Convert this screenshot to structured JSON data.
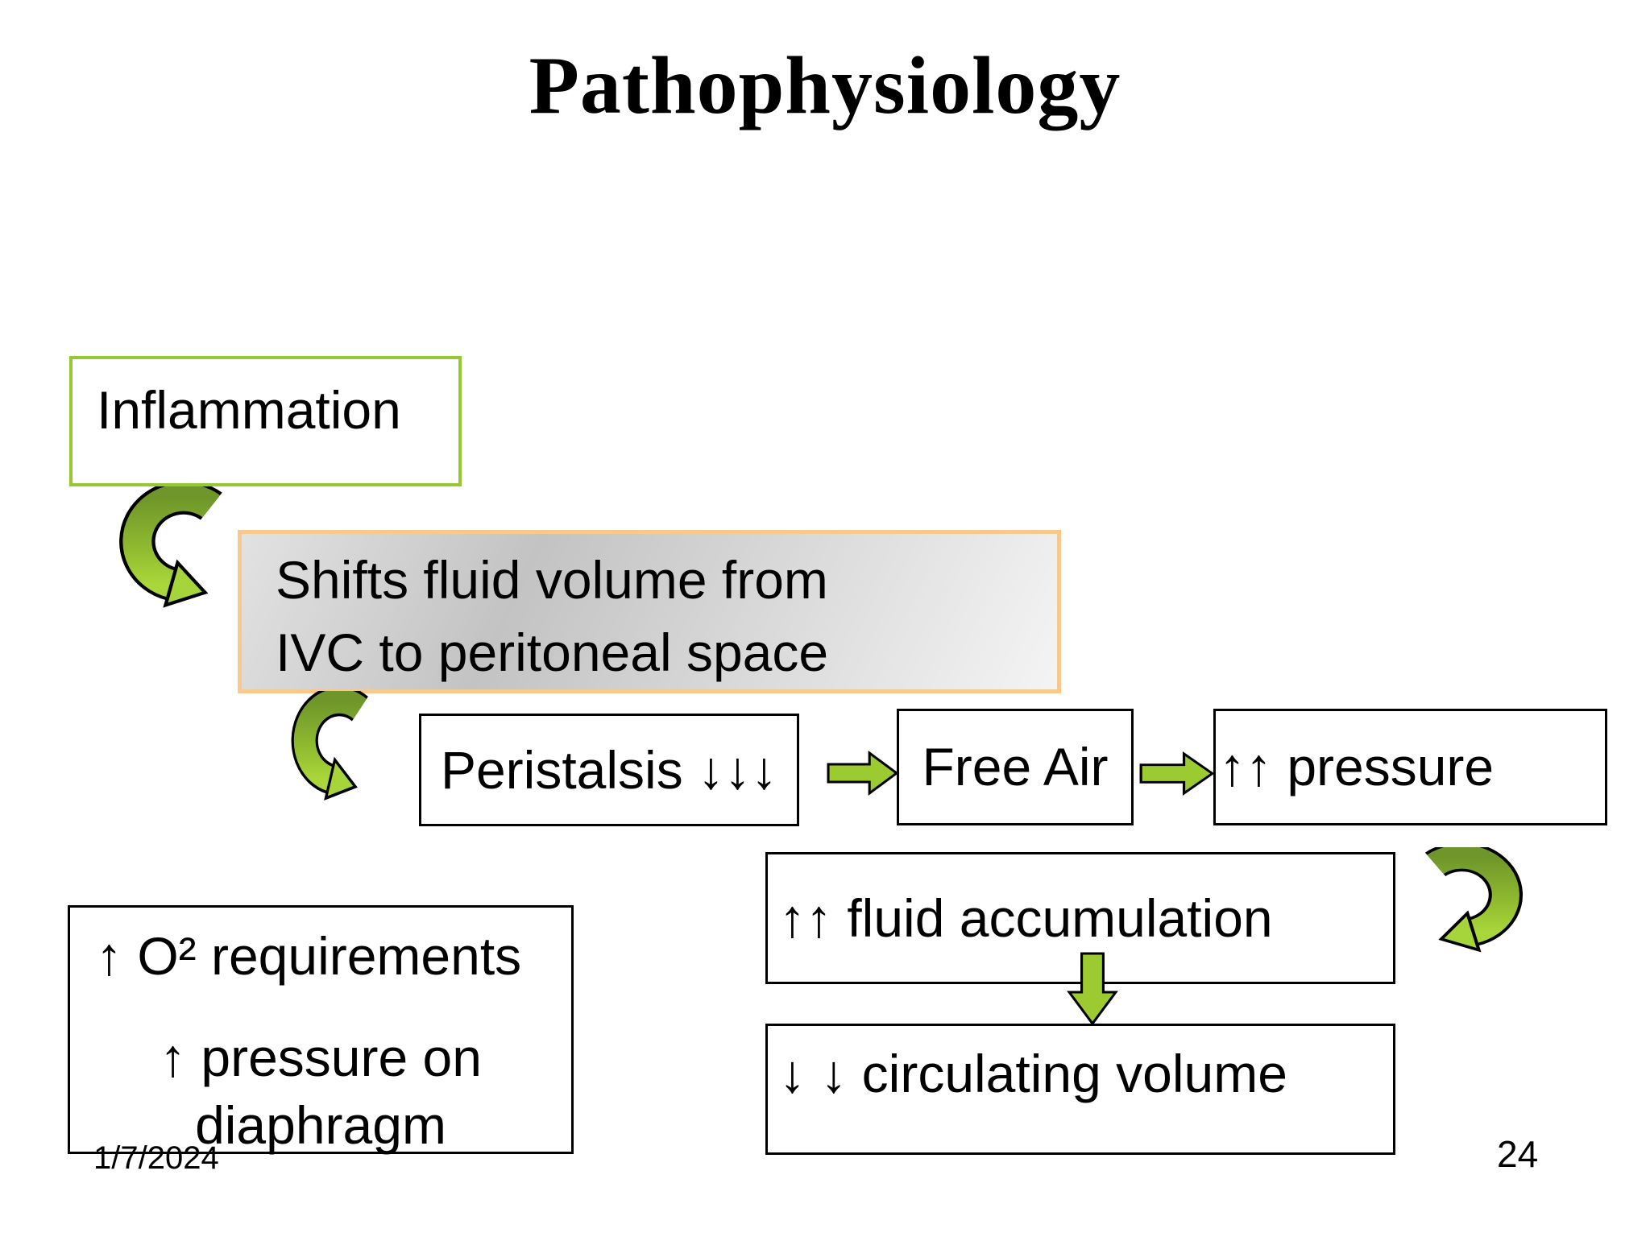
{
  "slide": {
    "title": "Pathophysiology",
    "date": "1/7/2024",
    "page_number": "24"
  },
  "boxes": {
    "inflammation": {
      "label": "Inflammation"
    },
    "shifts": {
      "line1": "Shifts fluid volume from",
      "line2": "IVC to peritoneal space"
    },
    "peristalsis": {
      "label": "Peristalsis ↓↓↓"
    },
    "free_air": {
      "label": "Free Air"
    },
    "pressure": {
      "label": "↑↑ pressure"
    },
    "fluid_accumulation": {
      "label": "↑↑ fluid accumulation"
    },
    "circulating_volume": {
      "label": "↓ ↓  circulating volume"
    },
    "effects": {
      "line1": "↑ O² requirements",
      "line2": "↑ pressure on",
      "line3": "diaphragm"
    }
  },
  "icons": {
    "curved_arrow": "curved-down-arrow",
    "right_arrow": "right-block-arrow",
    "down_arrow": "down-block-arrow"
  },
  "colors": {
    "inflammation_border": "#96c832",
    "shifts_border": "#f9c88f",
    "shifts_fill_dark": "#c3c3c3",
    "shifts_fill_light": "#f4f4f4",
    "arrow_fill": "#9ccb31",
    "arrow_gradient_dark": "#6e962a",
    "arrow_gradient_light": "#a9d63a",
    "box_border": "#000000",
    "background": "#ffffff",
    "text": "#000000"
  }
}
